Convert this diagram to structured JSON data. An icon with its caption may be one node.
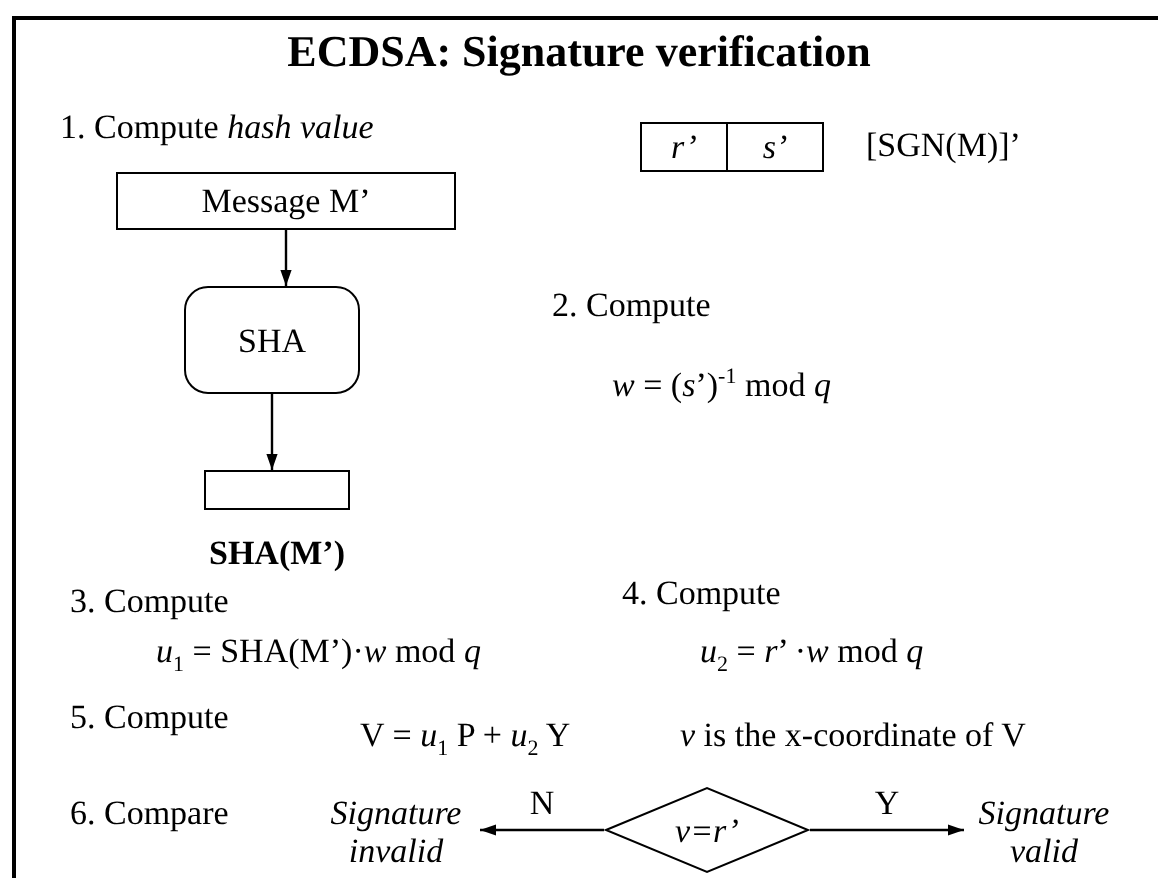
{
  "diagram": {
    "title": "ECDSA: Signature verification",
    "nodes": [
      {
        "text": [
          "Message M’"
        ]
      },
      {
        "text": [
          "SHA"
        ]
      },
      {
        "text": [],
        "shape": "box",
        "beside": [
          "SHA(M’)"
        ]
      },
      {
        "text": [
          "r’"
        ]
      },
      {
        "text": [
          "s’"
        ]
      },
      {
        "text": [
          "v=r’"
        ]
      },
      {
        "text": [
          "Signature invalid"
        ]
      },
      {
        "text": [
          "Signature valid"
        ]
      }
    ],
    "edges": [
      {
        "from": 0,
        "to": 1,
        "arrow": "to"
      },
      {
        "from": 1,
        "to": 2,
        "arrow": "to"
      },
      {
        "from": 5,
        "to": 6,
        "arrow": "to",
        "label": "N"
      },
      {
        "from": 5,
        "to": 7,
        "arrow": "to",
        "label": "Y"
      }
    ],
    "labels": [
      "1. Compute *hash value*",
      "[SGN(M)]’",
      "2. Compute",
      "*w* = (*s*’)$^{-1}$ mod *q*",
      "3. Compute",
      "4. Compute",
      "*u*$_{1}$ = SHA(M’)·*w* mod *q*",
      "*u*$_{2}$ = *r*’ ·*w* mod *q*",
      "5. Compute",
      "V = *u*$_{1}$ P + *u*$_{2}$ Y",
      "*v* is the x-coordinate of V",
      "6. Compare"
    ]
  }
}
